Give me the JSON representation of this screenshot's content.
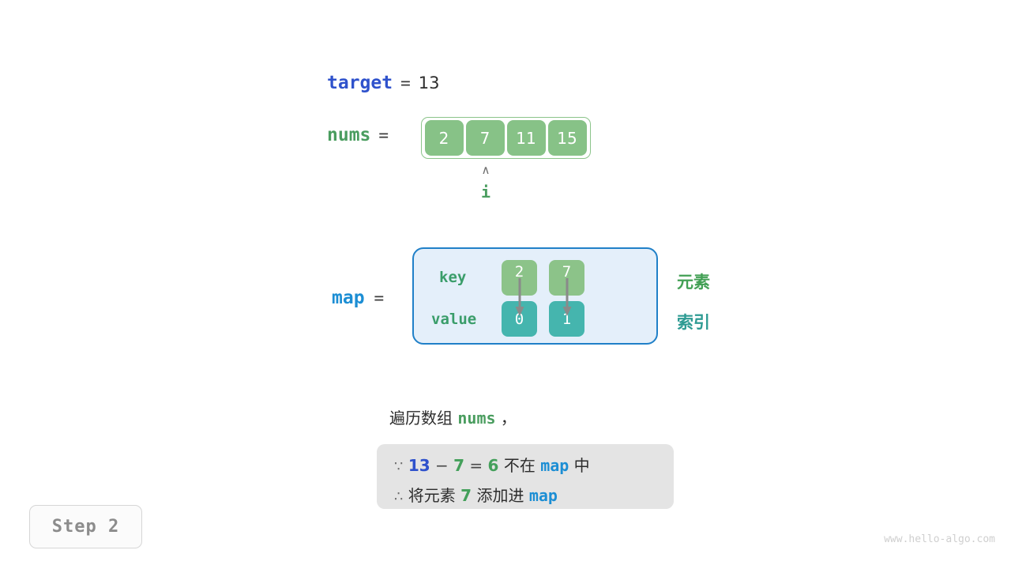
{
  "target": {
    "label": "target",
    "equals": "=",
    "value": "13"
  },
  "nums": {
    "label": "nums",
    "equals": "=",
    "cells": [
      "2",
      "7",
      "11",
      "15"
    ]
  },
  "pointer": {
    "caret": "∧",
    "label": "i",
    "index": 1
  },
  "map": {
    "label": "map",
    "equals": "=",
    "key_row_label": "key",
    "value_row_label": "value",
    "keys": [
      "2",
      "7"
    ],
    "values": [
      "0",
      "1"
    ],
    "side_labels": {
      "key": "元素",
      "value": "索引"
    }
  },
  "caption": {
    "prefix": "遍历数组 ",
    "code": "nums",
    "suffix": " ，"
  },
  "info": {
    "line1": {
      "symbol": "∵",
      "a": "13",
      "minus": "−",
      "b": "7",
      "eq": "=",
      "result": "6",
      "text_mid": " 不在 ",
      "map": "map",
      "text_end": " 中"
    },
    "line2": {
      "symbol": "∴",
      "text_start": " 将元素 ",
      "value": "7",
      "text_mid": " 添加进 ",
      "map": "map"
    }
  },
  "step_badge": "Step 2",
  "watermark": "www.hello-algo.com",
  "colors": {
    "var_blue": "#2f52cc",
    "var_green": "#4a9d5f",
    "map_blue": "#1c8ed4",
    "array_green": "#87c287",
    "map_teal": "#45b5ae",
    "map_panel_bg": "#e4effa",
    "map_panel_border": "#2080c8",
    "info_box_bg": "#e4e4e4",
    "side_elem": "#43a055",
    "side_index": "#2e9b93"
  }
}
